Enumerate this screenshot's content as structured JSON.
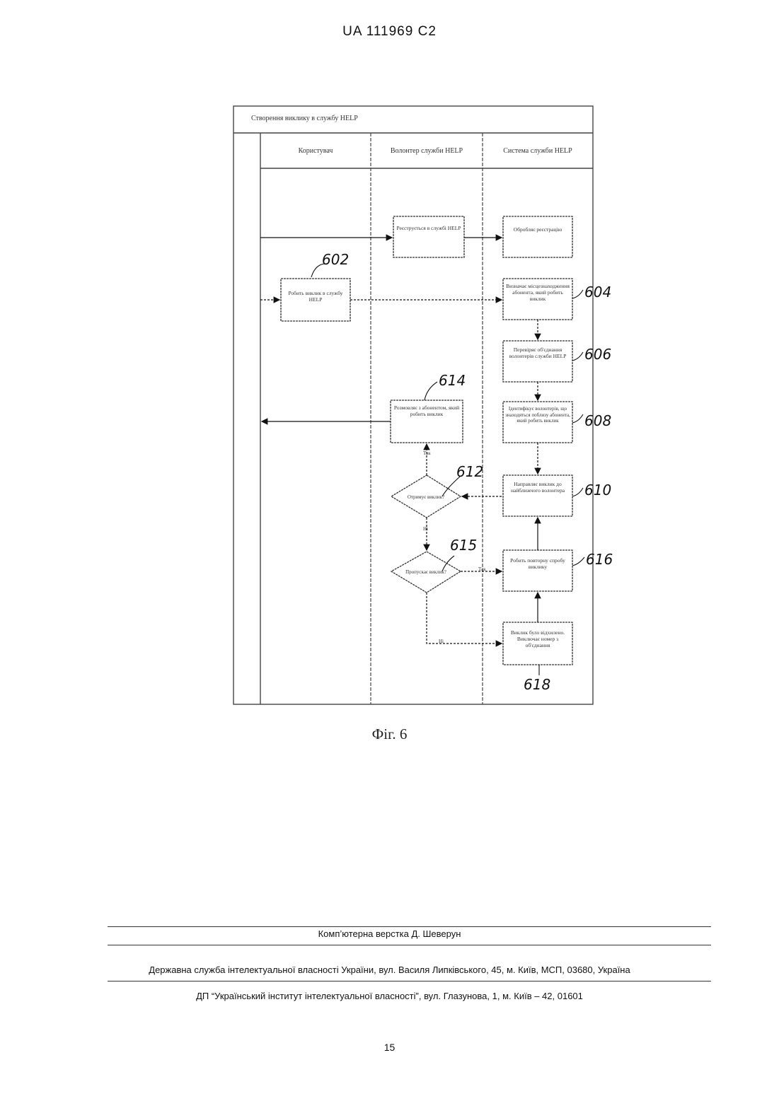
{
  "header": {
    "patent_number": "UA   111969   C2"
  },
  "figure": {
    "title": "Створення виклику в службу HELP",
    "lanes": [
      "Користувач",
      "Волонтер служби HELP",
      "Система служби HELP"
    ],
    "boxes": {
      "register": "Реєструється в службі HELP",
      "process_registration": "Обробляє реєстрацію",
      "make_call": "Робить виклик в службу HELP",
      "determine_location": "Визначає місцезнаходження абонента, який робить виклик",
      "check_groups": "Перевіряє об'єднання волонтерів служби HELP",
      "identify_volunteers": "Ідентифікує волонтерів, що знаходяться поблизу абонента, який робить виклик",
      "talk_subscriber": "Розмовляє з абонентом, який робить виклик",
      "direct_call": "Направляє виклик до найближчого волонтера",
      "retry_call": "Робить повторну спробу виклику",
      "call_rejected": "Виклик було відхилено. Виключає номер з об'єднання"
    },
    "decisions": {
      "accept": "Отримує виклик?",
      "skip": "Пропускає виклик?"
    },
    "edge_labels": {
      "yes": "Так",
      "no": "Ні"
    },
    "refs": [
      "602",
      "604",
      "606",
      "608",
      "610",
      "612",
      "614",
      "615",
      "616",
      "618"
    ],
    "caption": "Фіг. 6"
  },
  "footer": {
    "typesetting": "Комп’ютерна верстка Д. Шеверун",
    "office": "Державна служба інтелектуальної власності України, вул. Василя Липківського, 45, м. Київ, МСП, 03680, Україна",
    "institute": "ДП “Український інститут інтелектуальної власності”, вул. Глазунова, 1, м. Київ – 42, 01601"
  },
  "page_number": "15"
}
